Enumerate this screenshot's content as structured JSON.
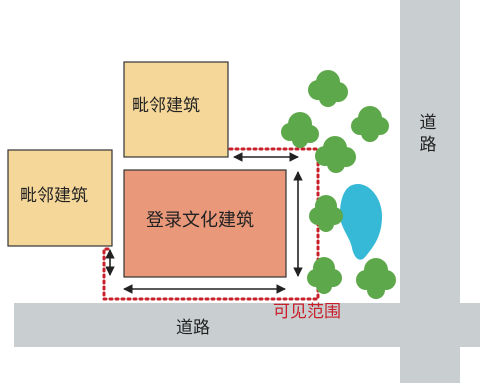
{
  "road_label_bottom": "道路",
  "road_label_right": "道路",
  "neighbor_building_1": "毗邻建筑",
  "neighbor_building_2": "毗邻建筑",
  "main_building": "登录文化建筑",
  "visible_range_label": "可见范围",
  "colors": {
    "road": "#c9cfd1",
    "neighbor_fill": "#f5d79a",
    "main_fill": "#e9987a",
    "outline": "#333333",
    "visible_range": "#c8202a",
    "tree": "#5da84a",
    "tree_dark": "#4a9040",
    "pond": "#35b9d6"
  },
  "icons": [
    "tree-icon",
    "pond-icon",
    "double-arrow-icon"
  ]
}
